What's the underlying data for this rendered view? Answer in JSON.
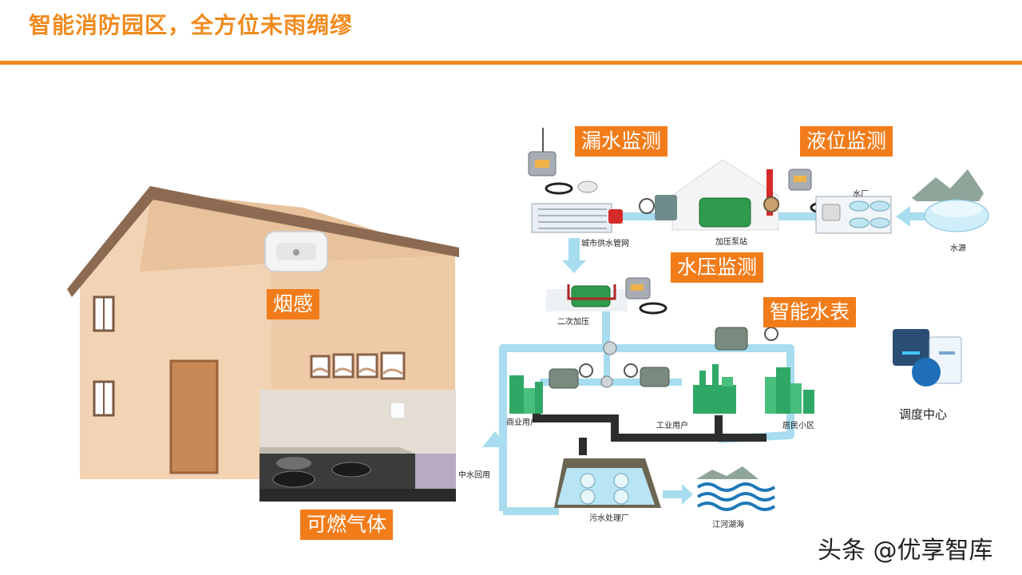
{
  "slide": {
    "title": "智能消防园区，全方位未雨绸缪",
    "credit": "头条 @优享智库"
  },
  "house": {
    "labels": {
      "smoke": "烟感",
      "gas": "可燃气体"
    }
  },
  "water_system": {
    "monitors": {
      "leak": "漏水监测",
      "level": "液位监测",
      "pressure": "水压监测",
      "meter": "智能水表"
    },
    "nodes": {
      "city_pipe": "城市供水管网",
      "pump_station": "加压泵站",
      "water_plant": "水厂",
      "water_source": "水源",
      "secondary_pressure": "二次加压",
      "commercial": "商业用户",
      "industrial": "工业用户",
      "residential": "居民小区",
      "reclaimed": "中水回用",
      "sewage_plant": "污水处理厂",
      "rivers": "江河湖海",
      "dispatch": "调度中心"
    }
  },
  "colors": {
    "accent": "#f08a1d",
    "pipe": "#a8dcef",
    "sewer": "#2d2d2d"
  }
}
